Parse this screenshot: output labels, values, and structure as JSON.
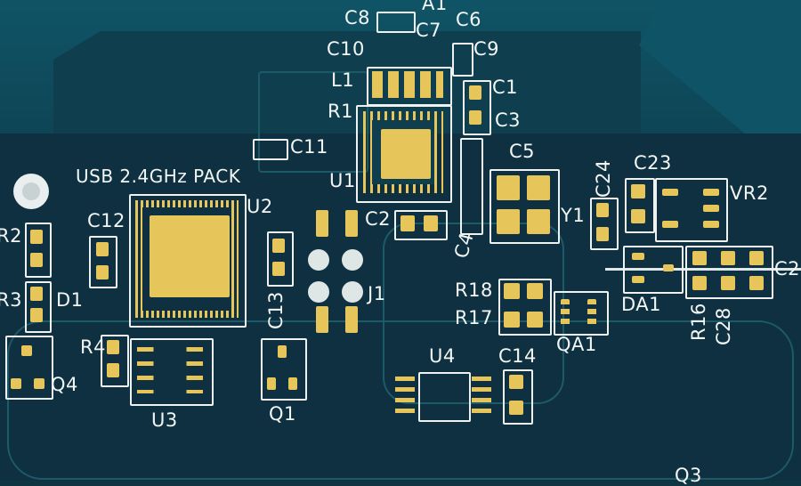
{
  "board": {
    "title": "USB 2.4GHz PACK",
    "colors": {
      "solder_mask": "#0f3442",
      "copper_pour": "#114d5e",
      "pad": "#e6c65a",
      "silkscreen": "#f2f6f5"
    }
  },
  "labels": {
    "c8": "C8",
    "a1": "A1",
    "c6": "C6",
    "c7": "C7",
    "c10": "C10",
    "c9": "C9",
    "l1": "L1",
    "c1": "C1",
    "r1": "R1",
    "c3": "C3",
    "c11": "C11",
    "c5": "C5",
    "u1": "U1",
    "u2": "U2",
    "c24": "C24",
    "c23": "C23",
    "vr2": "VR2",
    "r2": "R2",
    "c12": "C12",
    "c2": "C2",
    "y1": "Y1",
    "c4": "C4",
    "r3": "R3",
    "d1": "D1",
    "c13": "C13",
    "j1": "J1",
    "r18": "R18",
    "r17": "R17",
    "da1": "DA1",
    "qa1": "QA1",
    "r16": "R16",
    "c28": "C28",
    "c2_right": "C2",
    "r4": "R4",
    "q4": "Q4",
    "u4": "U4",
    "c14": "C14",
    "u3": "U3",
    "q1": "Q1",
    "q3": "Q3"
  }
}
